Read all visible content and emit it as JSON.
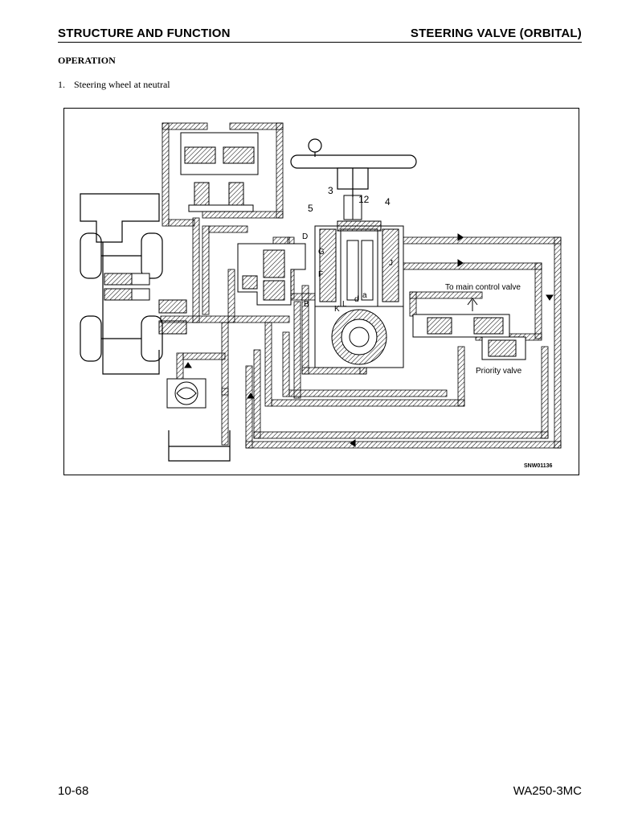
{
  "header": {
    "section_title": "STRUCTURE AND FUNCTION",
    "component_title": "STEERING VALVE (ORBITAL)"
  },
  "content": {
    "heading": "OPERATION",
    "step_number": "1.",
    "step_text": "Steering wheel at neutral"
  },
  "figure": {
    "labels": {
      "part_3": "3",
      "part_12": "12",
      "part_4": "4",
      "part_5": "5",
      "port_D": "D",
      "port_G": "G",
      "port_F": "F",
      "port_B": "B",
      "port_K": "K",
      "port_L": "L",
      "port_d": "d",
      "port_a": "a",
      "port_J": "J",
      "to_main_control_valve": "To main control valve",
      "priority_valve": "Priority valve",
      "drawing_code": "SNW01136"
    }
  },
  "footer": {
    "page_number": "10-68",
    "model": "WA250-3MC"
  }
}
